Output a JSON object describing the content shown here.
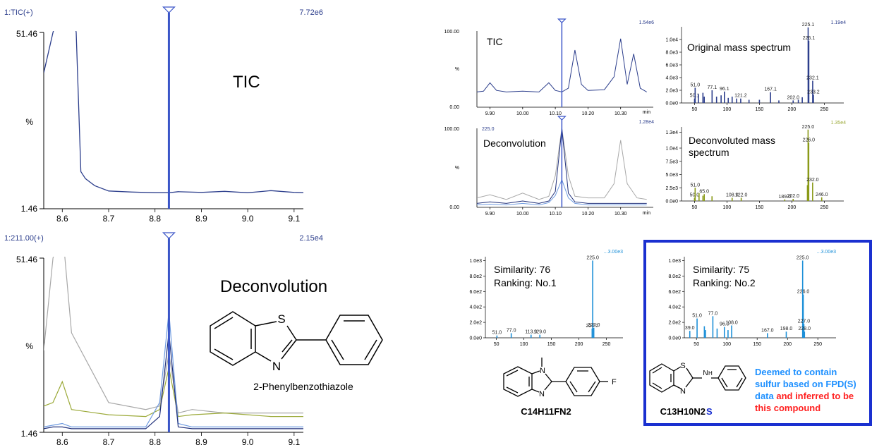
{
  "colors": {
    "navy": "#2c3e8c",
    "marker": "#3a55c8",
    "grey": "#a8a8a8",
    "olive": "#9caa3a",
    "green": "#6ab45a",
    "lightblue": "#6f9be0",
    "darkblue": "#1f2f7a",
    "cyan": "#1e90d8",
    "olivebar": "#8a9a18",
    "frame": "#1a30d0",
    "note_blue": "#1e90ff",
    "note_red": "#ff2020"
  },
  "left_top": {
    "header_left": "1:TIC(+)",
    "header_right": "7.72e6",
    "y_top": "51.46",
    "y_mid": "%",
    "y_bottom": "1.46",
    "label": "TIC"
  },
  "left_bottom": {
    "header_left": "1:211.00(+)",
    "header_right": "2.15e4",
    "y_top": "51.46",
    "y_mid": "%",
    "y_bottom": "1.46",
    "label": "Deconvolution",
    "compound_name": "2-Phenylbenzothiazole",
    "atom_s": "S",
    "atom_n": "N"
  },
  "rt_chroms": {
    "tic": {
      "label": "TIC",
      "header_right": "1.54e6",
      "y_top": "100.00",
      "y_mid": "%",
      "y_bottom": "0.00"
    },
    "deconv": {
      "label": "Deconvolution",
      "header_left": "225.0",
      "header_right": "1.28e4",
      "y_top": "100.00",
      "y_mid": "%",
      "y_bottom": "0.00"
    },
    "unit": "min"
  },
  "spectra": {
    "original": {
      "title": "Original mass spectrum",
      "header_right": "1.19e4"
    },
    "deconvoluted": {
      "title_line1": "Deconvoluted mass",
      "title_line2": "spectrum",
      "header_right": "1.35e4"
    },
    "lib1": {
      "similarity": "Similarity: 76",
      "ranking": "Ranking: No.1",
      "header_right": "...3.00e3",
      "formula": "C14H11FN2",
      "atom_f": "F",
      "atom_n": "N"
    },
    "lib2": {
      "similarity": "Similarity: 75",
      "ranking": "Ranking: No.2",
      "header_right": "...3.00e3",
      "formula_main": "C13H10N2",
      "formula_s": "S",
      "atom_s": "S",
      "atom_n": "N",
      "atom_nh": "H"
    }
  },
  "note": {
    "blue_part": "Deemed to contain sulfur based on FPD(S) data",
    "red_part": "and inferred to be this compound",
    "lines": [
      {
        "blue": "Deemed to contain",
        "red": ""
      },
      {
        "blue": "sulfur based on FPD(S)",
        "red": ""
      },
      {
        "blue": "data ",
        "red": "and inferred to be"
      },
      {
        "blue": "",
        "red": "this compound"
      }
    ]
  },
  "chart_data": [
    {
      "type": "line",
      "id": "left-tic",
      "title": "TIC",
      "x": [
        8.56,
        8.58,
        8.6,
        8.62,
        8.63,
        8.64,
        8.65,
        8.67,
        8.7,
        8.75,
        8.8,
        8.83,
        8.85,
        8.9,
        8.95,
        9.0,
        9.05,
        9.1,
        9.12
      ],
      "series": [
        {
          "values": [
            40,
            51.46,
            60,
            60,
            51.46,
            12,
            10,
            8,
            6.5,
            6.2,
            6.0,
            6.0,
            6.3,
            6.1,
            6.4,
            6.0,
            6.6,
            6.1,
            6.0
          ]
        }
      ],
      "xlim": [
        8.56,
        9.12
      ],
      "ylim": [
        1.46,
        51.46
      ],
      "xticks": [
        "8.6",
        "8.7",
        "8.8",
        "8.9",
        "9.0",
        "9.1"
      ],
      "xtick_values": [
        8.6,
        8.7,
        8.8,
        8.9,
        9.0,
        9.1
      ],
      "marker_x": 8.83
    },
    {
      "type": "line",
      "id": "left-deconv",
      "title": "Deconvolution",
      "x": [
        8.56,
        8.58,
        8.6,
        8.62,
        8.7,
        8.78,
        8.81,
        8.83,
        8.85,
        8.88,
        8.95,
        9.0,
        9.05,
        9.1,
        9.12
      ],
      "series": [
        {
          "values": [
            25,
            51.46,
            60,
            30,
            10,
            8,
            9,
            24,
            7,
            8,
            7,
            7,
            7,
            7,
            7
          ]
        },
        {
          "values": [
            9,
            10,
            16,
            8,
            6.5,
            6,
            8,
            20,
            6,
            6.5,
            7,
            6.5,
            6,
            6,
            6
          ]
        },
        {
          "values": [
            3,
            3.5,
            4,
            3,
            3,
            3,
            10,
            36,
            4,
            3,
            3,
            3,
            3,
            3,
            3
          ]
        },
        {
          "values": [
            2.5,
            3,
            3,
            2.5,
            2.5,
            2.5,
            6,
            30,
            3,
            2.5,
            2.5,
            2.5,
            2.5,
            2.5,
            2.5
          ]
        }
      ],
      "xlim": [
        8.56,
        9.12
      ],
      "ylim": [
        1.46,
        51.46
      ],
      "xticks": [
        "8.6",
        "8.7",
        "8.8",
        "8.9",
        "9.0",
        "9.1"
      ],
      "xtick_values": [
        8.6,
        8.7,
        8.8,
        8.9,
        9.0,
        9.1
      ],
      "marker_x": 8.83
    },
    {
      "type": "line",
      "id": "rt-tic",
      "title": "TIC",
      "x": [
        9.86,
        9.88,
        9.9,
        9.92,
        9.95,
        10.0,
        10.05,
        10.08,
        10.1,
        10.12,
        10.14,
        10.16,
        10.18,
        10.2,
        10.25,
        10.28,
        10.3,
        10.32,
        10.34,
        10.36,
        10.38
      ],
      "series": [
        {
          "values": [
            20,
            21,
            32,
            22,
            20,
            21,
            20,
            32,
            22,
            20,
            25,
            75,
            30,
            22,
            23,
            40,
            90,
            30,
            70,
            25,
            20
          ]
        }
      ],
      "xlim": [
        9.86,
        10.4
      ],
      "ylim": [
        0,
        100
      ],
      "xticks": [
        "9.90",
        "10.00",
        "10.10",
        "10.20",
        "10.30"
      ],
      "xtick_values": [
        9.9,
        10.0,
        10.1,
        10.2,
        10.3
      ],
      "marker_x": 10.12
    },
    {
      "type": "line",
      "id": "rt-deconv",
      "title": "Deconvolution",
      "x": [
        9.86,
        9.9,
        9.95,
        10.0,
        10.05,
        10.08,
        10.1,
        10.12,
        10.14,
        10.16,
        10.2,
        10.25,
        10.28,
        10.3,
        10.32,
        10.35,
        10.38
      ],
      "series": [
        {
          "values": [
            12,
            16,
            10,
            18,
            10,
            14,
            40,
            100,
            40,
            14,
            12,
            12,
            30,
            85,
            30,
            12,
            10
          ]
        },
        {
          "values": [
            5,
            7,
            5,
            8,
            5,
            8,
            20,
            100,
            18,
            7,
            5,
            5,
            5,
            5,
            5,
            5,
            5
          ]
        },
        {
          "values": [
            3,
            4,
            3,
            5,
            3,
            6,
            15,
            35,
            12,
            5,
            3,
            3,
            3,
            3,
            3,
            3,
            3
          ]
        }
      ],
      "xlim": [
        9.86,
        10.4
      ],
      "ylim": [
        0,
        100
      ],
      "xticks": [
        "9.90",
        "10.00",
        "10.10",
        "10.20",
        "10.30"
      ],
      "xtick_values": [
        9.9,
        10.0,
        10.1,
        10.2,
        10.3
      ],
      "marker_x": 10.12
    },
    {
      "type": "bar",
      "id": "original-spectrum",
      "title": "Original mass spectrum",
      "x": [
        50.1,
        51.0,
        56,
        63,
        65,
        77.1,
        84,
        91,
        96.1,
        102,
        108,
        115,
        121.2,
        134,
        150,
        167.1,
        180,
        202.0,
        210,
        216,
        225.1,
        226.1,
        232.1,
        233.2
      ],
      "values": [
        700,
        2400,
        1400,
        1600,
        1000,
        2000,
        1000,
        1200,
        1800,
        800,
        1000,
        700,
        700,
        500,
        500,
        1700,
        400,
        400,
        500,
        900,
        11900,
        9800,
        3500,
        1300
      ],
      "labels": [
        "50.1",
        "51.0",
        "",
        "",
        "",
        "77.1",
        "",
        "",
        "96.1",
        "",
        "",
        "",
        "121.2",
        "",
        "",
        "167.1",
        "",
        "202.0",
        "",
        "",
        "225.1",
        "226.1",
        "232.1",
        "233.2"
      ],
      "yticks": [
        "0.0e0",
        "2.0e3",
        "4.0e3",
        "6.0e3",
        "8.0e3",
        "1.0e4"
      ],
      "ytick_values": [
        0,
        2000,
        4000,
        6000,
        8000,
        10000
      ],
      "xticks": [
        "50",
        "100",
        "150",
        "200",
        "250"
      ],
      "xtick_values": [
        50,
        100,
        150,
        200,
        250
      ],
      "xlim": [
        30,
        280
      ],
      "ylim": [
        0,
        12000
      ]
    },
    {
      "type": "bar",
      "id": "deconvoluted-spectrum",
      "title": "Deconvoluted mass spectrum",
      "x": [
        50.0,
        51.0,
        57,
        63,
        65.0,
        77,
        108.0,
        122.0,
        189.0,
        202.0,
        224,
        225.0,
        226.0,
        232.0,
        246.0
      ],
      "values": [
        600,
        2500,
        1500,
        1000,
        1300,
        900,
        600,
        600,
        300,
        400,
        3000,
        13500,
        11000,
        3500,
        700
      ],
      "labels": [
        "50.0",
        "51.0",
        "",
        "",
        "65.0",
        "",
        "108.0",
        "122.0",
        "189.0",
        "202.0",
        "",
        "225.0",
        "226.0",
        "232.0",
        "246.0"
      ],
      "yticks": [
        "0.0e0",
        "2.5e3",
        "5.0e3",
        "7.5e3",
        "1.0e4",
        "1.3e4"
      ],
      "ytick_values": [
        0,
        2500,
        5000,
        7500,
        10000,
        13000
      ],
      "xticks": [
        "50",
        "100",
        "150",
        "200",
        "250"
      ],
      "xtick_values": [
        50,
        100,
        150,
        200,
        250
      ],
      "xlim": [
        30,
        280
      ],
      "ylim": [
        0,
        14000
      ]
    },
    {
      "type": "bar",
      "id": "library-hit-1",
      "title": "Similarity: 76",
      "x": [
        51.0,
        77.0,
        113.0,
        129.0,
        224.0,
        225.0,
        227.0
      ],
      "values": [
        30,
        60,
        40,
        40,
        120,
        1000,
        130
      ],
      "labels": [
        "51.0",
        "77.0",
        "113.0",
        "129.0",
        "224.0",
        "225.0",
        "227.0"
      ],
      "yticks": [
        "0.0e0",
        "2.0e2",
        "4.0e2",
        "6.0e2",
        "8.0e2",
        "1.0e3"
      ],
      "ytick_values": [
        0,
        200,
        400,
        600,
        800,
        1000
      ],
      "xticks": [
        "50",
        "100",
        "150",
        "200",
        "250"
      ],
      "xtick_values": [
        50,
        100,
        150,
        200,
        250
      ],
      "xlim": [
        30,
        280
      ],
      "ylim": [
        0,
        1050
      ]
    },
    {
      "type": "bar",
      "id": "library-hit-2",
      "title": "Similarity: 75",
      "x": [
        39.0,
        51.0,
        63,
        65,
        77.0,
        84,
        96.0,
        102,
        108.0,
        167.0,
        198.0,
        225.0,
        226.0,
        227.0,
        228.0
      ],
      "values": [
        90,
        250,
        150,
        100,
        280,
        120,
        140,
        100,
        160,
        60,
        80,
        1000,
        560,
        180,
        80
      ],
      "labels": [
        "39.0",
        "51.0",
        "",
        "",
        "77.0",
        "",
        "96.0",
        "",
        "108.0",
        "167.0",
        "198.0",
        "225.0",
        "226.0",
        "227.0",
        "228.0"
      ],
      "yticks": [
        "0.0e0",
        "2.0e2",
        "4.0e2",
        "6.0e2",
        "8.0e2",
        "1.0e3"
      ],
      "ytick_values": [
        0,
        200,
        400,
        600,
        800,
        1000
      ],
      "xticks": [
        "50",
        "100",
        "150",
        "200",
        "250"
      ],
      "xtick_values": [
        50,
        100,
        150,
        200,
        250
      ],
      "xlim": [
        30,
        280
      ],
      "ylim": [
        0,
        1050
      ]
    }
  ]
}
